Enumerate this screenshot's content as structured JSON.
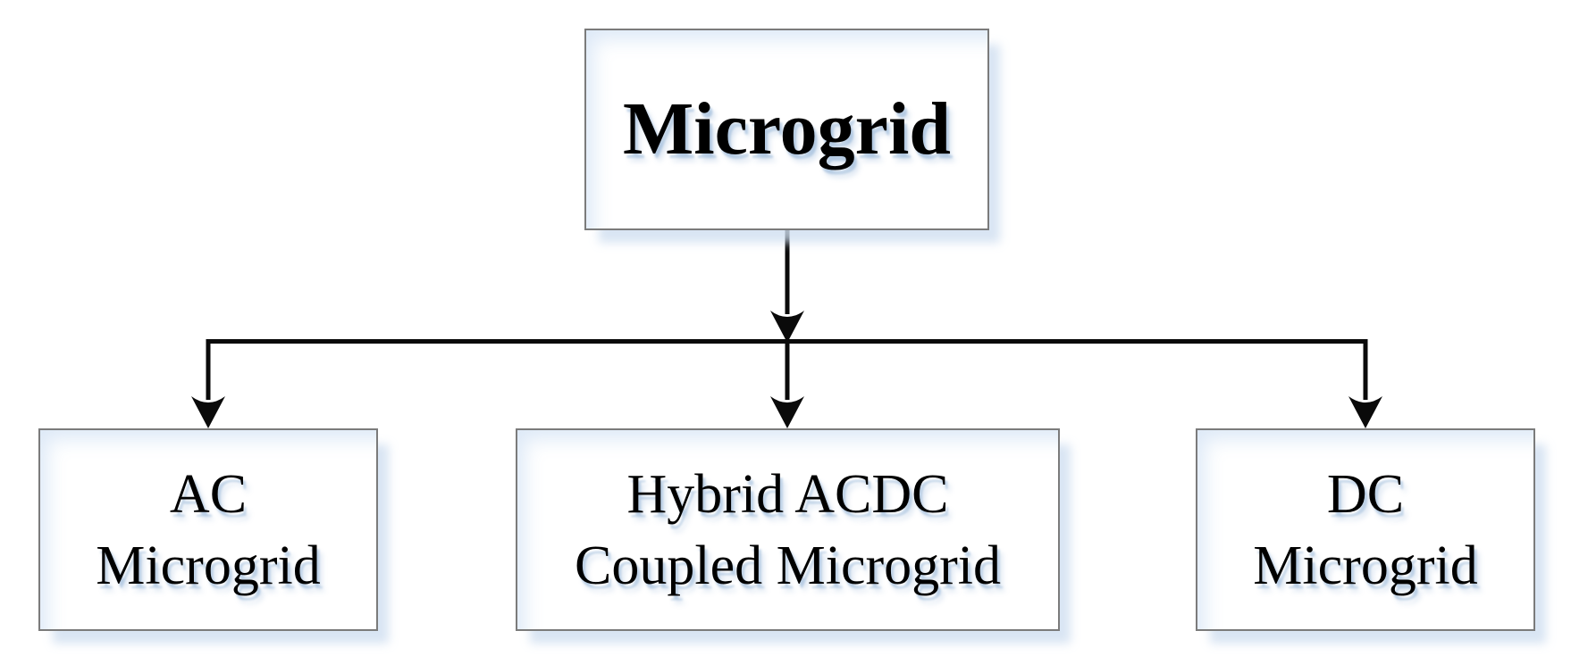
{
  "diagram": {
    "type": "hierarchy",
    "root": {
      "label": "Microgrid"
    },
    "children": [
      {
        "line1": "AC",
        "line2": "Microgrid"
      },
      {
        "line1": "Hybrid ACDC",
        "line2": "Coupled Microgrid"
      },
      {
        "line1": "DC",
        "line2": "Microgrid"
      }
    ],
    "colors": {
      "background": "#ffffff",
      "box_fill": "#ffffff",
      "box_border": "#7b7b7b",
      "connector": "#0a0a0a",
      "text": "#000000",
      "drop_shadow_tint": "#e3ecf7",
      "text_shadow_tint": "#6c98c8"
    }
  }
}
